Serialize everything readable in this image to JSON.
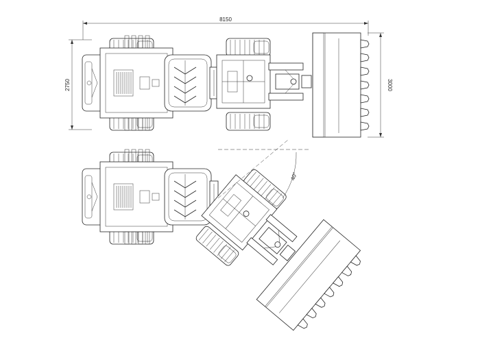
{
  "dimensions": {
    "overall_length": "8150",
    "machine_width": "2750",
    "bucket_width": "3000",
    "articulation_angle": "40°"
  },
  "icons": {
    "top_view": "wheel-loader-top-view-icon",
    "articulated_view": "wheel-loader-articulated-view-icon"
  }
}
